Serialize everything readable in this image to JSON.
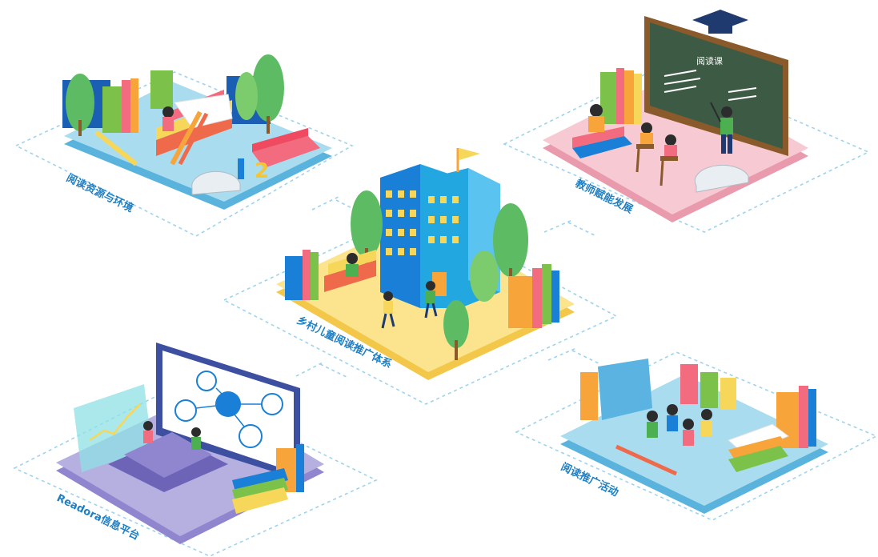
{
  "diagram": {
    "center": {
      "label": "乡村儿童阅读推广体系"
    },
    "modules": [
      {
        "label": "阅读资源与环境"
      },
      {
        "label": "教师赋能发展"
      },
      {
        "label": "Readora信息平台"
      },
      {
        "label": "阅读推广活动"
      }
    ],
    "blackboard_text": "阅读课",
    "colors": {
      "label_blue": "#1f7fc4",
      "dash_blue": "#9fd3ec",
      "platform_blue": "#a9dcef",
      "platform_pink": "#f7c9d3",
      "platform_yellow": "#fbe48d",
      "platform_purple": "#b5b0e0"
    }
  }
}
